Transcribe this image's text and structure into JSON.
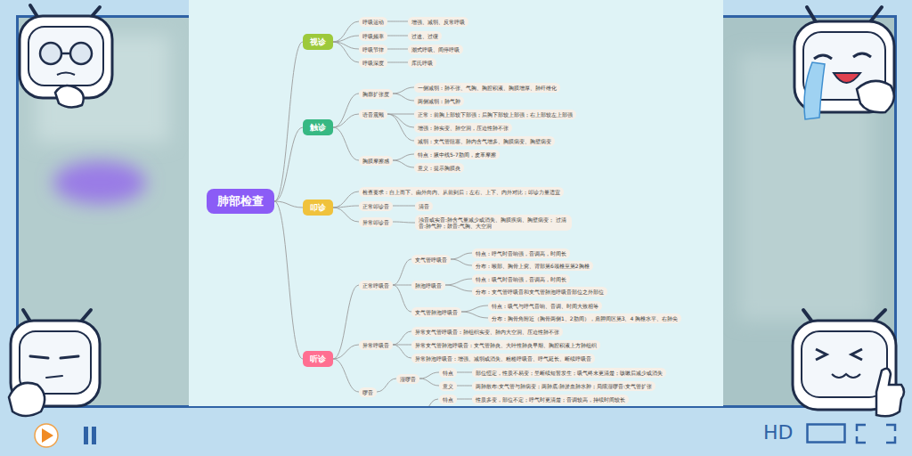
{
  "diagram": {
    "nodes": [
      {
        "text": [
          "肺部检查"
        ]
      },
      {
        "text": [
          "视诊"
        ]
      },
      {
        "text": [
          "呼吸运动"
        ]
      },
      {
        "text": [
          "增强、减弱、反常呼吸"
        ]
      },
      {
        "text": [
          "呼吸频率"
        ]
      },
      {
        "text": [
          "过速、过缓"
        ]
      },
      {
        "text": [
          "呼吸节律"
        ]
      },
      {
        "text": [
          "潮式呼吸、间停呼吸"
        ]
      },
      {
        "text": [
          "呼吸深度"
        ]
      },
      {
        "text": [
          "库氏呼吸"
        ]
      },
      {
        "text": [
          "触诊"
        ]
      },
      {
        "text": [
          "胸廓扩张度"
        ]
      },
      {
        "text": [
          "一侧减弱：肺不张、气胸、胸腔积液、胸膜增厚、肺纤维化"
        ]
      },
      {
        "text": [
          "两侧减弱：肺气肿"
        ]
      },
      {
        "text": [
          "语音震颤"
        ]
      },
      {
        "text": [
          "正常：前胸上部较下部强；后胸下部较上部强；右上部较左上部强"
        ]
      },
      {
        "text": [
          "增强：肺实变、肺空洞，压迫性肺不张"
        ]
      },
      {
        "text": [
          "减弱：支气管阻塞、肺内含气增多、胸膜病变、胸壁病变"
        ]
      },
      {
        "text": [
          "胸膜摩擦感"
        ]
      },
      {
        "text": [
          "特点：腋中线5-7肋间，皮革摩擦"
        ]
      },
      {
        "text": [
          "意义：提示胸膜炎"
        ]
      },
      {
        "text": [
          "叩诊"
        ]
      },
      {
        "text": [
          "检查要求：自上而下、由外向内、从前到后；左右、上下、内外对比；叩诊力量适宜"
        ]
      },
      {
        "text": [
          "正常叩诊音"
        ]
      },
      {
        "text": [
          "清音"
        ]
      },
      {
        "text": [
          "异常叩诊音"
        ]
      },
      {
        "text": [
          "浊音或实音:肺含气量减少或消失、胸膜疾病、胸壁病变； 过清音:肺气肿；鼓音:气胸、大空洞"
        ]
      },
      {
        "text": [
          "听诊"
        ]
      },
      {
        "text": [
          "正常呼吸音"
        ]
      },
      {
        "text": [
          "支气管呼吸音"
        ]
      },
      {
        "text": [
          "特点：呼气时音响强，音调高，时间长"
        ]
      },
      {
        "text": [
          "分布：喉部、胸骨上窝、背部第6颈椎至第2胸椎"
        ]
      },
      {
        "text": [
          "肺泡呼吸音"
        ]
      },
      {
        "text": [
          "特点：吸气时音响强，音调高，时间长"
        ]
      },
      {
        "text": [
          "分布：支气管呼吸音和支气管肺泡呼吸音部位之外部位"
        ]
      },
      {
        "text": [
          "支气管肺泡呼吸音"
        ]
      },
      {
        "text": [
          "特点：吸气与呼气音响、音调、时间大致相等"
        ]
      },
      {
        "text": [
          "分布：胸骨角附近（胸骨两侧1、2肋间），肩胛间区第3、4 胸椎水平、右肺尖"
        ]
      },
      {
        "text": [
          "异常呼吸音"
        ]
      },
      {
        "text": [
          "异常支气管呼吸音：肺组织实变、肺内大空洞、压迫性肺不张"
        ]
      },
      {
        "text": [
          "异常支气管肺泡呼吸音：支气管肺炎、大叶性肺炎早期、胸腔积液上方肺组织"
        ]
      },
      {
        "text": [
          "异常肺泡呼吸音：增强、减弱或消失、粗糙呼吸音、呼气延长、断续呼吸音"
        ]
      },
      {
        "text": [
          "啰音"
        ]
      },
      {
        "text": [
          "湿啰音"
        ]
      },
      {
        "text": [
          "特点"
        ]
      },
      {
        "text": [
          "部位恒定，性质不易变；呈断续短暂发生；吸气终末更清楚；咳嗽后减少或消失"
        ]
      },
      {
        "text": [
          "意义"
        ]
      },
      {
        "text": [
          "两肺散布:支气管与肺病变；两肺底:肺淤血肺水肿；局限湿啰音:支气管扩张"
        ]
      },
      {
        "text": [
          "特点"
        ]
      },
      {
        "text": [
          "性质多变，部位不定；呼气时更清楚；音调较高，持续时间较长"
        ]
      }
    ],
    "edges": [
      {
        "from": 0,
        "to": 1,
        "arrow": "none"
      },
      {
        "from": 0,
        "to": 10,
        "arrow": "none"
      },
      {
        "from": 0,
        "to": 21,
        "arrow": "none"
      },
      {
        "from": 0,
        "to": 27,
        "arrow": "none"
      },
      {
        "from": 1,
        "to": 2,
        "arrow": "none"
      },
      {
        "from": 2,
        "to": 3,
        "arrow": "none"
      },
      {
        "from": 1,
        "to": 4,
        "arrow": "none"
      },
      {
        "from": 4,
        "to": 5,
        "arrow": "none"
      },
      {
        "from": 1,
        "to": 6,
        "arrow": "none"
      },
      {
        "from": 6,
        "to": 7,
        "arrow": "none"
      },
      {
        "from": 1,
        "to": 8,
        "arrow": "none"
      },
      {
        "from": 8,
        "to": 9,
        "arrow": "none"
      },
      {
        "from": 10,
        "to": 11,
        "arrow": "none"
      },
      {
        "from": 11,
        "to": 12,
        "arrow": "none"
      },
      {
        "from": 11,
        "to": 13,
        "arrow": "none"
      },
      {
        "from": 10,
        "to": 14,
        "arrow": "none"
      },
      {
        "from": 14,
        "to": 15,
        "arrow": "none"
      },
      {
        "from": 14,
        "to": 16,
        "arrow": "none"
      },
      {
        "from": 14,
        "to": 17,
        "arrow": "none"
      },
      {
        "from": 10,
        "to": 18,
        "arrow": "none"
      },
      {
        "from": 18,
        "to": 19,
        "arrow": "none"
      },
      {
        "from": 18,
        "to": 20,
        "arrow": "none"
      },
      {
        "from": 21,
        "to": 22,
        "arrow": "none"
      },
      {
        "from": 21,
        "to": 23,
        "arrow": "none"
      },
      {
        "from": 23,
        "to": 24,
        "arrow": "none"
      },
      {
        "from": 21,
        "to": 25,
        "arrow": "none"
      },
      {
        "from": 25,
        "to": 26,
        "arrow": "none"
      },
      {
        "from": 27,
        "to": 28,
        "arrow": "none"
      },
      {
        "from": 28,
        "to": 29,
        "arrow": "none"
      },
      {
        "from": 29,
        "to": 30,
        "arrow": "none"
      },
      {
        "from": 29,
        "to": 31,
        "arrow": "none"
      },
      {
        "from": 28,
        "to": 32,
        "arrow": "none"
      },
      {
        "from": 32,
        "to": 33,
        "arrow": "none"
      },
      {
        "from": 32,
        "to": 34,
        "arrow": "none"
      },
      {
        "from": 28,
        "to": 35,
        "arrow": "none"
      },
      {
        "from": 35,
        "to": 36,
        "arrow": "none"
      },
      {
        "from": 35,
        "to": 37,
        "arrow": "none"
      },
      {
        "from": 27,
        "to": 38,
        "arrow": "none"
      },
      {
        "from": 38,
        "to": 39,
        "arrow": "none"
      },
      {
        "from": 38,
        "to": 40,
        "arrow": "none"
      },
      {
        "from": 38,
        "to": 41,
        "arrow": "none"
      },
      {
        "from": 27,
        "to": 42,
        "arrow": "none"
      },
      {
        "from": 42,
        "to": 43,
        "arrow": "none"
      },
      {
        "from": 43,
        "to": 44,
        "arrow": "none"
      },
      {
        "from": 44,
        "to": 45,
        "arrow": "none"
      },
      {
        "from": 43,
        "to": 46,
        "arrow": "none"
      },
      {
        "from": 46,
        "to": 47,
        "arrow": "none"
      },
      {
        "from": 48,
        "to": 49,
        "arrow": "none"
      }
    ],
    "labels": [
      "HD"
    ]
  }
}
